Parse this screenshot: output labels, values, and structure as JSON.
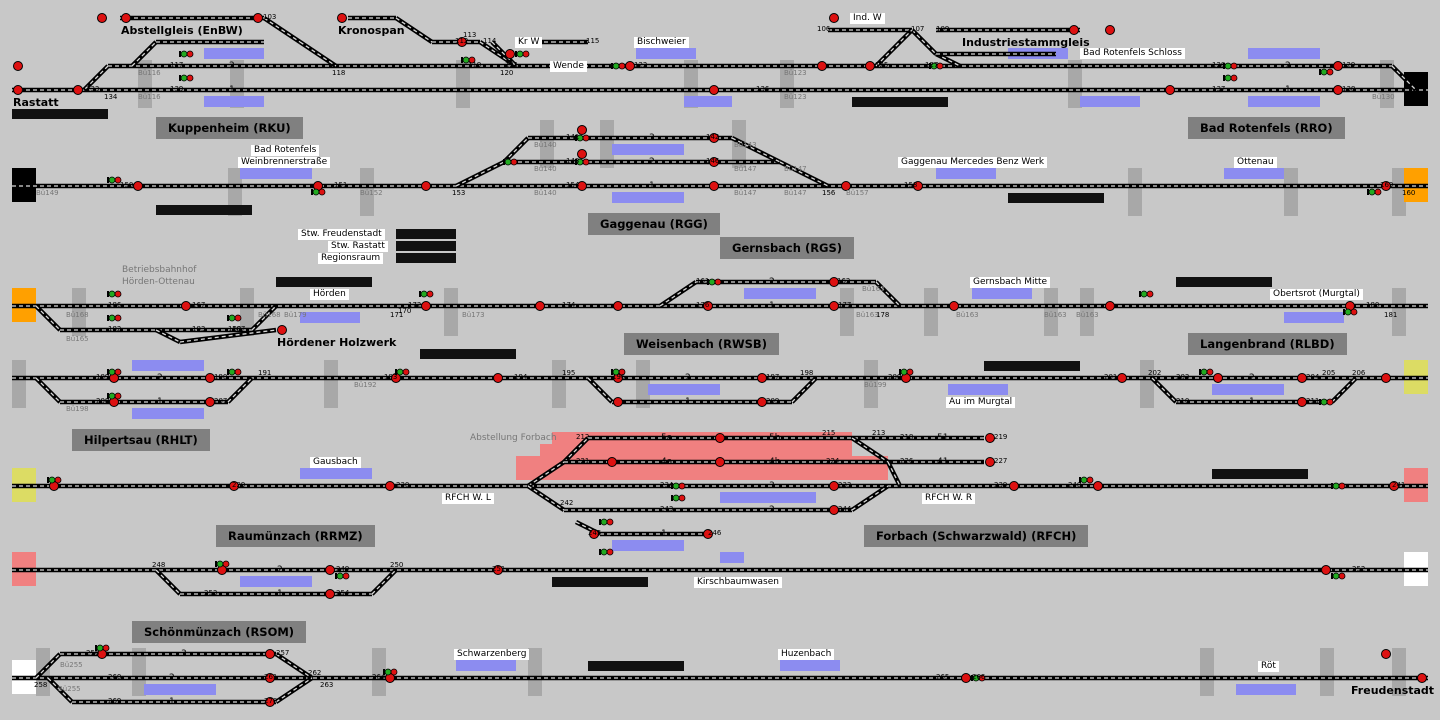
{
  "title": "Murgtalbahn Stellwerk",
  "colors": {
    "background": "#c8c8c8",
    "track": "#000000",
    "platform": "#8c8cf0",
    "occupied": "#f08080",
    "signal_red": "#dd1111",
    "signal_green": "#22aa22",
    "station_box": "#808080",
    "boundary_black": "#000000",
    "boundary_orange": "#ffa000",
    "boundary_yellow": "#dcdc64",
    "boundary_pink": "#f08080",
    "boundary_white": "#ffffff"
  },
  "stations": {
    "kuppenheim": "Kuppenheim (RKU)",
    "bad_rotenfels": "Bad Rotenfels (RRO)",
    "gaggenau": "Gaggenau (RGG)",
    "gernsbach": "Gernsbach (RGS)",
    "weisenbach": "Weisenbach (RWSB)",
    "langenbrand": "Langenbrand (RLBD)",
    "hilpertsau": "Hilpertsau (RHLT)",
    "raumuenzach": "Raumünzach (RRMZ)",
    "forbach": "Forbach (Schwarzwald) (RFCH)",
    "schoenmuenzach": "Schönmünzach (RSOM)"
  },
  "labels": {
    "abstellgleis": "Abstellgleis (EnBW)",
    "kronospan": "Kronospan",
    "rastatt": "Rastatt",
    "ind_w": "Ind. W",
    "industriestammgleis": "Industriestammgleis",
    "bad_rotenfels_schloss": "Bad Rotenfels Schloss",
    "kr_w": "Kr W",
    "wende": "Wende",
    "bischweier": "Bischweier",
    "bad_rotenfels_small": "Bad Rotenfels",
    "weinbrennerstrasse": "Weinbrennerstraße",
    "gaggenau_mercedes": "Gaggenau Mercedes Benz Werk",
    "ottenau": "Ottenau",
    "stw_freudenstadt": "Stw. Freudenstadt",
    "stw_rastatt": "Stw. Rastatt",
    "regionsraum": "Regionsraum",
    "betriebsbahnhof": "Betriebsbahnhof",
    "hoerden_ottenau": "Hörden-Ottenau",
    "hoerden": "Hörden",
    "hoerdener_holzwerk": "Hördener Holzwerk",
    "gernsbach_mitte": "Gernsbach Mitte",
    "obertsrot": "Obertsrot (Murgtal)",
    "au_im_murgtal": "Au im Murgtal",
    "abstellung_forbach": "Abstellung Forbach",
    "gausbach": "Gausbach",
    "rfch_wl": "RFCH W. L",
    "rfch_wr": "RFCH W. R",
    "kirschbaumwasen": "Kirschbaumwasen",
    "schwarzenberg": "Schwarzenberg",
    "huzenbach": "Huzenbach",
    "roet": "Röt",
    "freudenstadt": "Freudenstadt"
  },
  "track_numbers": {
    "k2": "2",
    "k1": "1",
    "r2": "2",
    "r1": "1",
    "g3": "3",
    "g2": "2",
    "g1": "1",
    "gs2": "2",
    "gs1": "1",
    "w2": "2",
    "w1": "1",
    "l2": "2",
    "l1": "1",
    "h2": "2",
    "h1": "1",
    "f5a": "5a",
    "f5b": "5b",
    "f4a": "4a",
    "f4b": "4b",
    "f51": "51",
    "f41": "41",
    "f3": "3",
    "f2": "2",
    "f1": "1",
    "rm2": "2",
    "rm1": "1",
    "s3": "3",
    "s2": "2",
    "s1": "1"
  },
  "numbers": {
    "n103": "103",
    "n106": "106",
    "n107": "107",
    "n109": "109",
    "n112": "112",
    "n113": "113",
    "n114": "114",
    "n115": "115",
    "n116": "116",
    "n117": "117",
    "n118": "118",
    "n119": "119",
    "n120": "120",
    "n121": "121",
    "n122": "122",
    "n123": "123",
    "n125": "125",
    "n126": "126",
    "n127": "127",
    "n128": "128",
    "n129": "129",
    "n130": "130",
    "n133": "133",
    "n134": "134",
    "n136": "136",
    "n137": "137",
    "n138": "138",
    "n139": "139",
    "n140": "140",
    "n141": "141",
    "n142": "142",
    "n143": "143",
    "n146": "146",
    "n147": "147",
    "n149": "149",
    "n150": "150",
    "n151": "151",
    "n152": "152",
    "n153": "153",
    "n154": "154",
    "n156": "156",
    "n157": "157",
    "n158": "158",
    "n160": "160",
    "n161": "161",
    "n162": "162",
    "n163": "163",
    "n165": "165",
    "n167": "167",
    "n168": "168",
    "n169": "169",
    "n170": "170",
    "n171": "171",
    "n172": "172",
    "n173": "173",
    "n174": "174",
    "n176": "176",
    "n177": "177",
    "n178": "178",
    "n180": "180",
    "n181": "181",
    "n182": "182",
    "n183": "183",
    "n186": "186",
    "n187": "187",
    "n188": "188",
    "n189": "189",
    "n190": "190",
    "n191": "191",
    "n192": "192",
    "n193": "193",
    "n194": "194",
    "n195": "195",
    "n196": "196",
    "n197": "197",
    "n198": "198",
    "n199": "199",
    "n200": "200",
    "n201": "201",
    "n202": "202",
    "n203": "203",
    "n204": "204",
    "n205": "205",
    "n206": "206",
    "n207": "207",
    "n208": "208",
    "n209": "209",
    "n210": "210",
    "n211": "211",
    "n212": "212",
    "n213": "213",
    "n215": "215",
    "n218": "218",
    "n219": "219",
    "n221": "221",
    "n224": "224",
    "n226": "226",
    "n227": "227",
    "n229": "229",
    "n230": "230",
    "n233": "233",
    "n234": "234",
    "n239": "239",
    "n240": "240",
    "n241": "241",
    "n242": "242",
    "n243": "243",
    "n244": "244",
    "n245": "245",
    "n246": "246",
    "n248": "248",
    "n249": "249",
    "n250": "250",
    "n251": "251",
    "n252": "252",
    "n253": "253",
    "n254": "254",
    "n255": "255",
    "n256": "256",
    "n257": "257",
    "n258": "258",
    "n260": "260",
    "n261": "261",
    "n262": "262",
    "n263": "263",
    "n264": "264",
    "n265": "265",
    "n266": "266",
    "n267": "267",
    "n268": "268",
    "n269": "269",
    "n270": "270",
    "n271": "271"
  },
  "bue": {
    "b116": "Bü116",
    "b123": "Bü123",
    "b130": "Bü130",
    "b140": "Bü140",
    "b143": "Bü143",
    "b147": "Bü147",
    "b149": "Bü149",
    "b152": "Bü152",
    "b157": "Bü157",
    "b163": "Bü163",
    "b165": "Bü165",
    "b168": "Bü168",
    "b173": "Bü173",
    "b179": "Bü179",
    "b192": "Bü192",
    "b198": "Bü198",
    "b199": "Bü199",
    "b255": "Bü255"
  }
}
